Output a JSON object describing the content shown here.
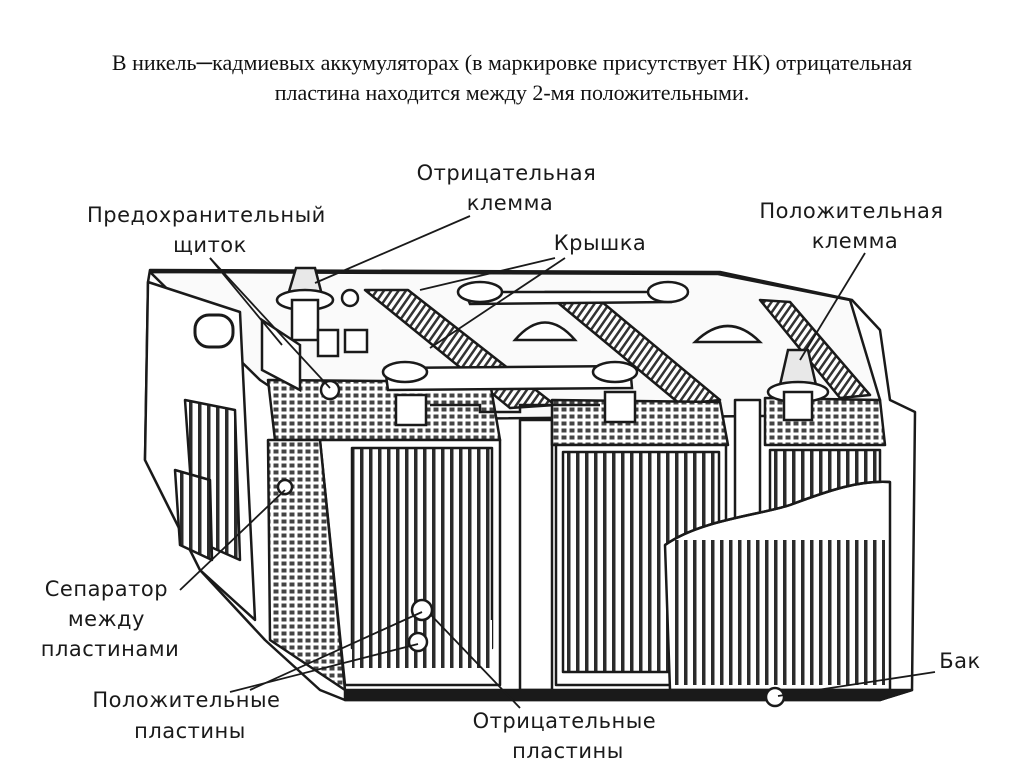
{
  "heading": {
    "line1": "В никель─кадмиевых аккумуляторах (в маркировке присутствует НК) отрицательная",
    "line2": "пластина находится между 2-мя положительными."
  },
  "labels": {
    "negative_terminal": [
      "Отрицательная",
      "клемма"
    ],
    "safety_shield": [
      "Предохранительный",
      "щиток"
    ],
    "lid": [
      "Крышка"
    ],
    "positive_terminal": [
      "Положительная",
      "клемма"
    ],
    "separator": [
      "Сепаратор",
      "между",
      "пластинами"
    ],
    "positive_plates": [
      "Положительные",
      "пластины"
    ],
    "negative_plates": [
      "Отрицательные",
      "пластины"
    ],
    "tank": [
      "Бак"
    ]
  }
}
